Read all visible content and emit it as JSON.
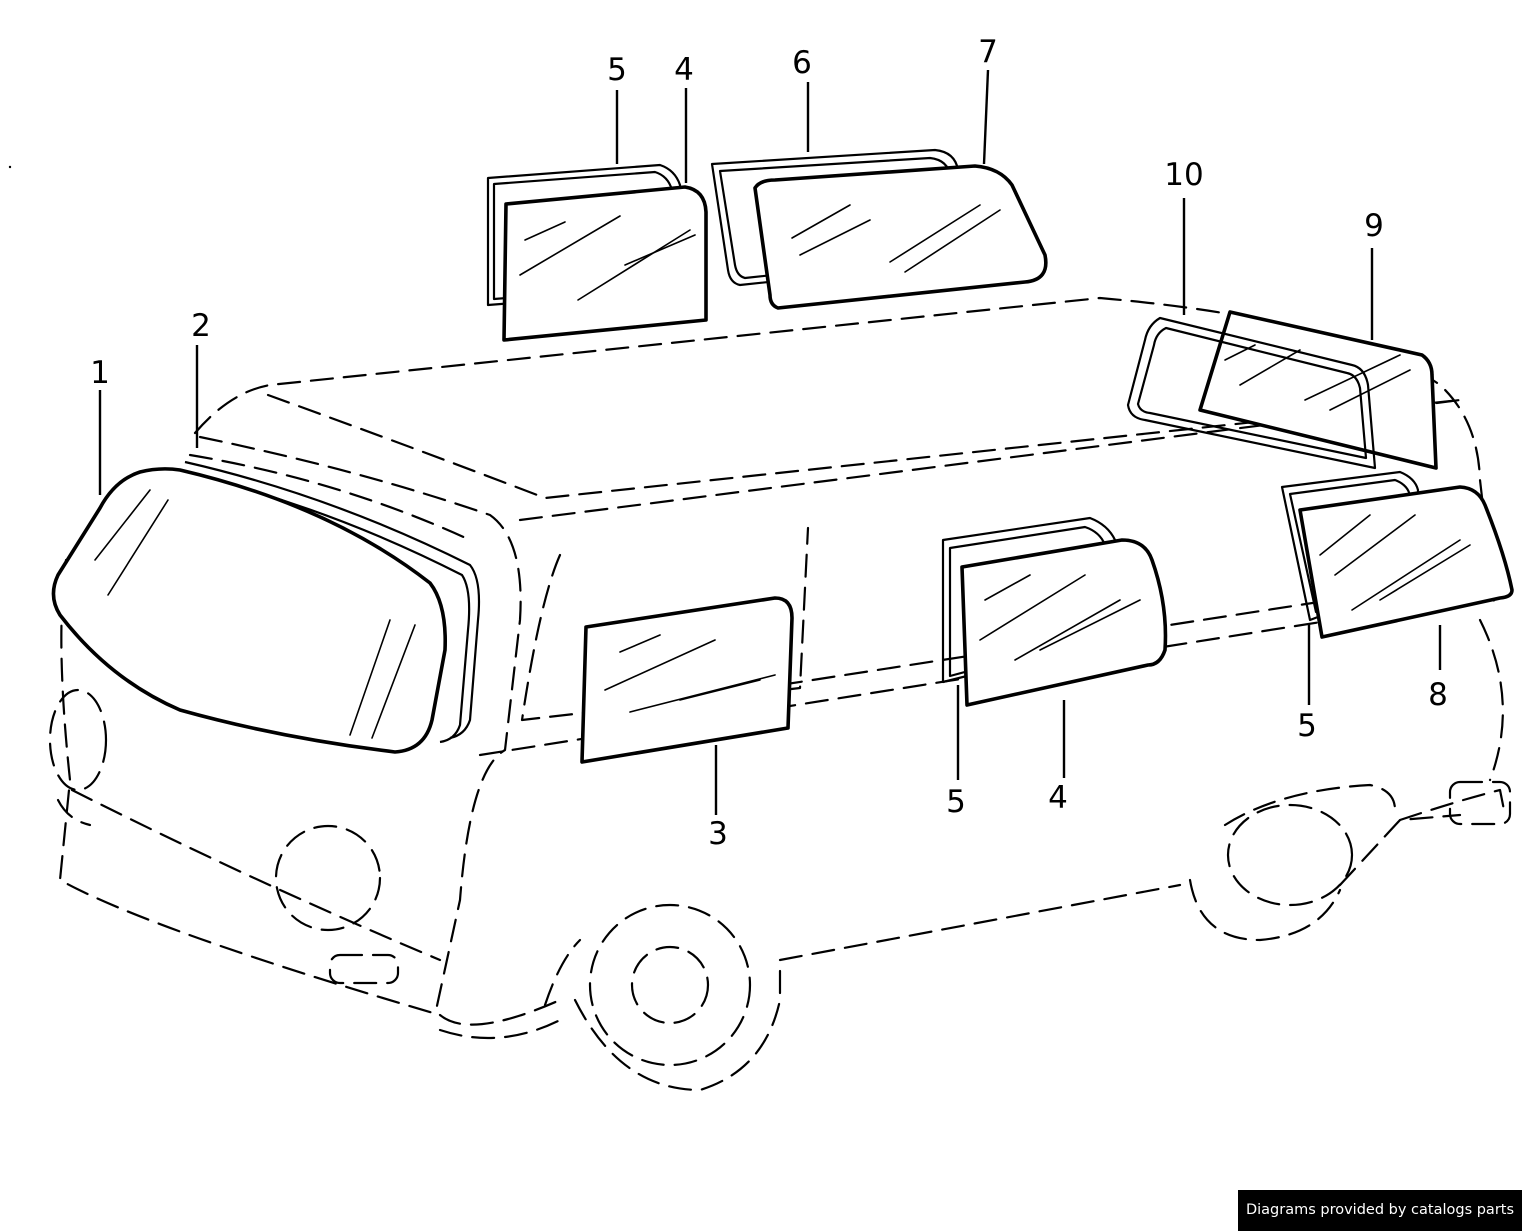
{
  "diagram": {
    "callouts": [
      {
        "id": "windshield",
        "label": "1"
      },
      {
        "id": "windshield-seal",
        "label": "2"
      },
      {
        "id": "cab-door-window",
        "label": "3"
      },
      {
        "id": "side-window-upper",
        "label": "4"
      },
      {
        "id": "side-window-upper-seal",
        "label": "5"
      },
      {
        "id": "mid-window-seal",
        "label": "6"
      },
      {
        "id": "mid-window",
        "label": "7"
      },
      {
        "id": "side-window-lower",
        "label": "4"
      },
      {
        "id": "side-window-lower-seal",
        "label": "5"
      },
      {
        "id": "rear-quarter-seal",
        "label": "5"
      },
      {
        "id": "rear-quarter-window",
        "label": "8"
      },
      {
        "id": "rear-window",
        "label": "9"
      },
      {
        "id": "rear-window-seal",
        "label": "10"
      }
    ]
  },
  "footer": {
    "credit": "Diagrams provided by catalogs parts"
  }
}
